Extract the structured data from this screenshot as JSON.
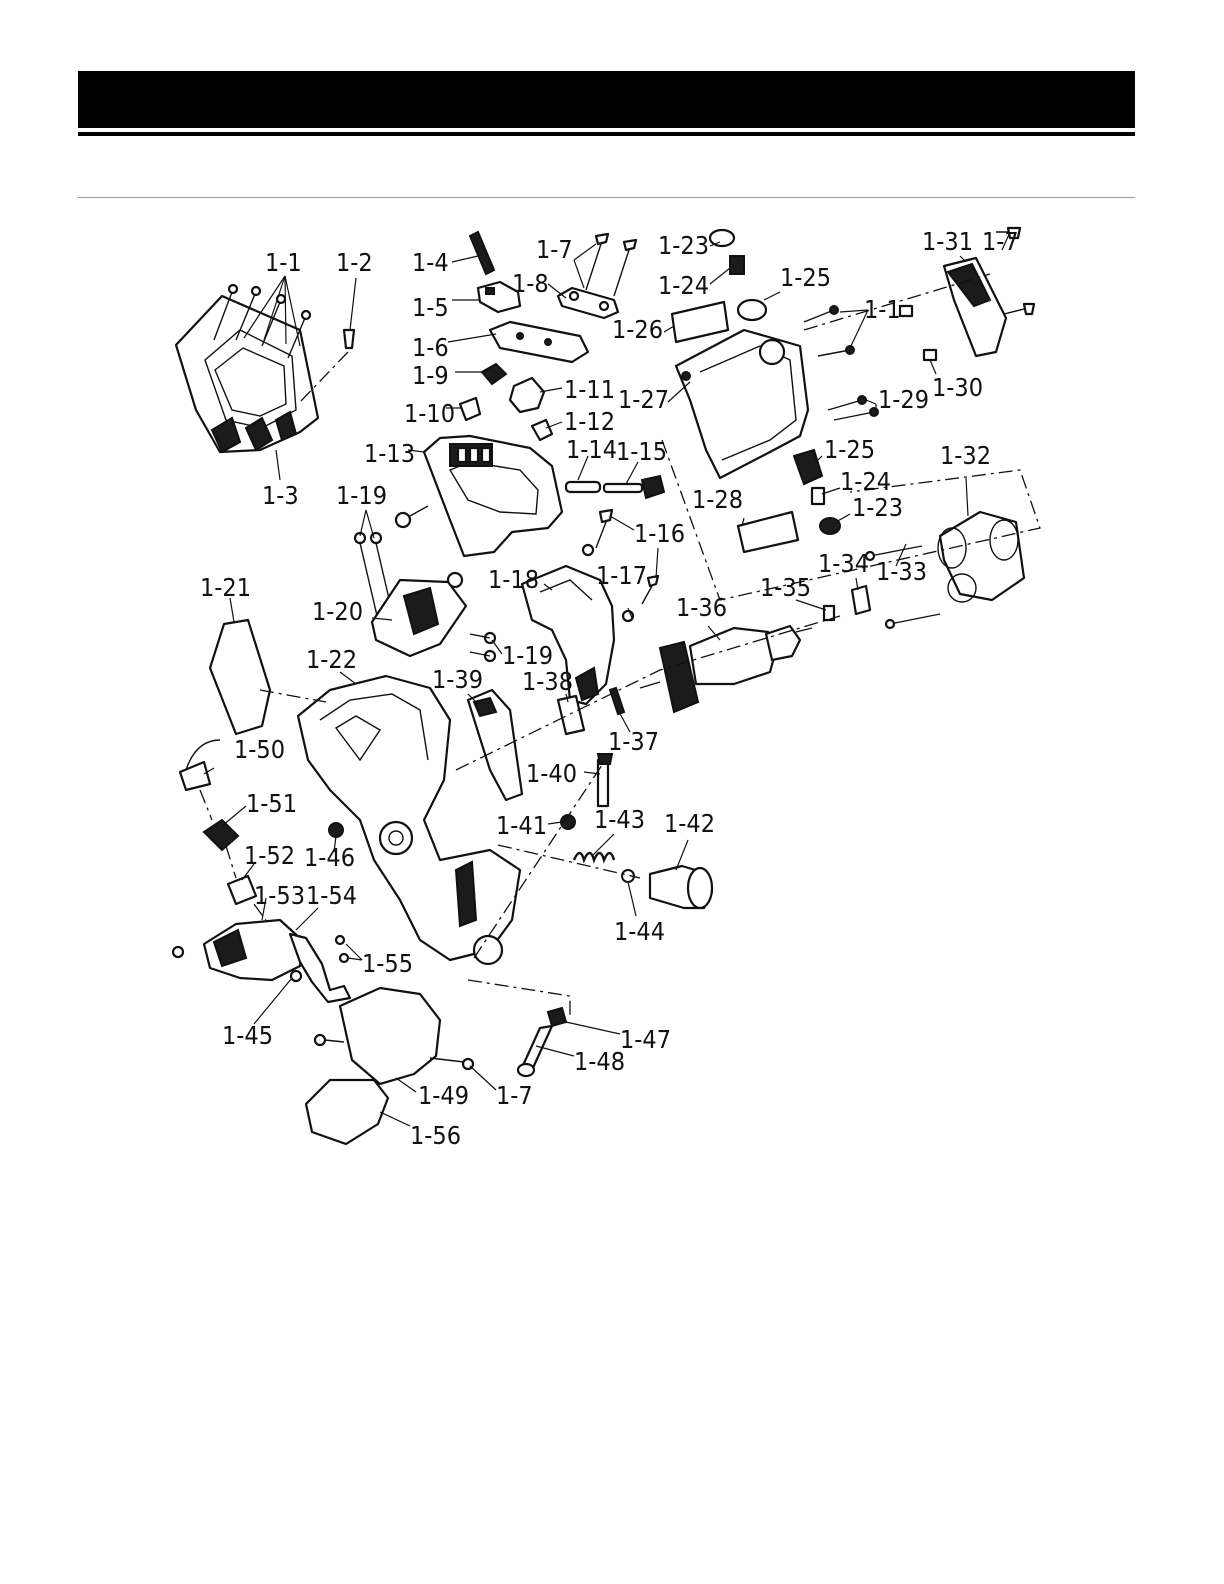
{
  "header": {
    "title": ""
  },
  "diagram": {
    "labels": [
      {
        "id": "L1",
        "text": "1-1"
      },
      {
        "id": "L2",
        "text": "1-2"
      },
      {
        "id": "L3",
        "text": "1-3"
      },
      {
        "id": "L4",
        "text": "1-4"
      },
      {
        "id": "L5",
        "text": "1-5"
      },
      {
        "id": "L6",
        "text": "1-6"
      },
      {
        "id": "L7a",
        "text": "1-7"
      },
      {
        "id": "L8",
        "text": "1-8"
      },
      {
        "id": "L9",
        "text": "1-9"
      },
      {
        "id": "L10",
        "text": "1-10"
      },
      {
        "id": "L11",
        "text": "1-11"
      },
      {
        "id": "L12",
        "text": "1-12"
      },
      {
        "id": "L13",
        "text": "1-13"
      },
      {
        "id": "L14",
        "text": "1-14"
      },
      {
        "id": "L15",
        "text": "1-15"
      },
      {
        "id": "L16",
        "text": "1-16"
      },
      {
        "id": "L17",
        "text": "1-17"
      },
      {
        "id": "L18",
        "text": "1-18"
      },
      {
        "id": "L19a",
        "text": "1-19"
      },
      {
        "id": "L19b",
        "text": "1-19"
      },
      {
        "id": "L20",
        "text": "1-20"
      },
      {
        "id": "L21",
        "text": "1-21"
      },
      {
        "id": "L22",
        "text": "1-22"
      },
      {
        "id": "L23a",
        "text": "1-23"
      },
      {
        "id": "L23b",
        "text": "1-23"
      },
      {
        "id": "L24a",
        "text": "1-24"
      },
      {
        "id": "L24b",
        "text": "1-24"
      },
      {
        "id": "L25a",
        "text": "1-25"
      },
      {
        "id": "L25b",
        "text": "1-25"
      },
      {
        "id": "L26",
        "text": "1-26"
      },
      {
        "id": "L27",
        "text": "1-27"
      },
      {
        "id": "L28",
        "text": "1-28"
      },
      {
        "id": "L29",
        "text": "1-29"
      },
      {
        "id": "L30",
        "text": "1-30"
      },
      {
        "id": "L31",
        "text": "1-31"
      },
      {
        "id": "L7b",
        "text": "1-7"
      },
      {
        "id": "L1b",
        "text": "1-1"
      },
      {
        "id": "L32",
        "text": "1-32"
      },
      {
        "id": "L33",
        "text": "1-33"
      },
      {
        "id": "L34",
        "text": "1-34"
      },
      {
        "id": "L35",
        "text": "1-35"
      },
      {
        "id": "L36",
        "text": "1-36"
      },
      {
        "id": "L37",
        "text": "1-37"
      },
      {
        "id": "L38",
        "text": "1-38"
      },
      {
        "id": "L39",
        "text": "1-39"
      },
      {
        "id": "L40",
        "text": "1-40"
      },
      {
        "id": "L41",
        "text": "1-41"
      },
      {
        "id": "L42",
        "text": "1-42"
      },
      {
        "id": "L43",
        "text": "1-43"
      },
      {
        "id": "L44",
        "text": "1-44"
      },
      {
        "id": "L45",
        "text": "1-45"
      },
      {
        "id": "L46",
        "text": "1-46"
      },
      {
        "id": "L47",
        "text": "1-47"
      },
      {
        "id": "L48",
        "text": "1-48"
      },
      {
        "id": "L49",
        "text": "1-49"
      },
      {
        "id": "L7c",
        "text": "1-7"
      },
      {
        "id": "L50",
        "text": "1-50"
      },
      {
        "id": "L51",
        "text": "1-51"
      },
      {
        "id": "L52",
        "text": "1-52"
      },
      {
        "id": "L53",
        "text": "1-53"
      },
      {
        "id": "L54",
        "text": "1-54"
      },
      {
        "id": "L55",
        "text": "1-55"
      },
      {
        "id": "L56",
        "text": "1-56"
      }
    ]
  }
}
